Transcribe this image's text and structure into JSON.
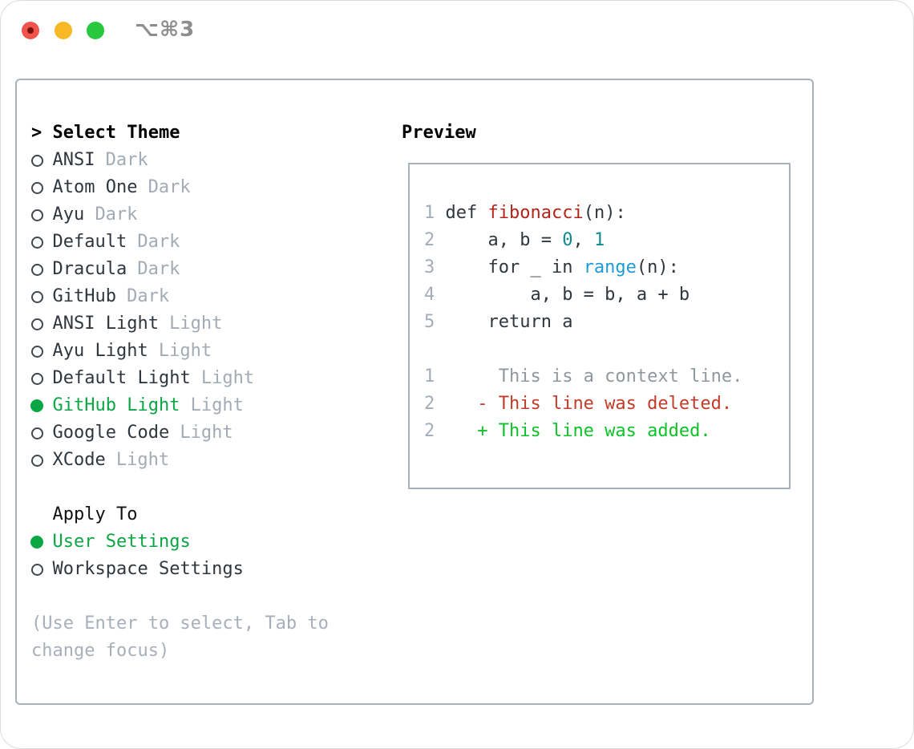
{
  "titlebar": {
    "title": "⌥⌘3",
    "traffic_lights": [
      "close",
      "minimize",
      "zoom"
    ]
  },
  "theme_panel": {
    "header": {
      "prompt": ">",
      "label": "Select Theme"
    },
    "themes": [
      {
        "name": "ANSI",
        "variant": "Dark",
        "selected": false
      },
      {
        "name": "Atom One",
        "variant": "Dark",
        "selected": false
      },
      {
        "name": "Ayu",
        "variant": "Dark",
        "selected": false
      },
      {
        "name": "Default",
        "variant": "Dark",
        "selected": false
      },
      {
        "name": "Dracula",
        "variant": "Dark",
        "selected": false
      },
      {
        "name": "GitHub",
        "variant": "Dark",
        "selected": false
      },
      {
        "name": "ANSI Light",
        "variant": "Light",
        "selected": false
      },
      {
        "name": "Ayu Light",
        "variant": "Light",
        "selected": false
      },
      {
        "name": "Default Light",
        "variant": "Light",
        "selected": false
      },
      {
        "name": "GitHub Light",
        "variant": "Light",
        "selected": true
      },
      {
        "name": "Google Code",
        "variant": "Light",
        "selected": false
      },
      {
        "name": "XCode",
        "variant": "Light",
        "selected": false
      }
    ],
    "apply_to": {
      "label": "Apply To",
      "options": [
        {
          "name": "User Settings",
          "selected": true
        },
        {
          "name": "Workspace Settings",
          "selected": false
        }
      ]
    },
    "hint_lines": [
      "(Use Enter to select, Tab to",
      "change focus)"
    ]
  },
  "preview": {
    "label": "Preview",
    "code_lines": [
      [
        {
          "t": "1 ",
          "c": "ln"
        },
        {
          "t": "def ",
          "c": "code"
        },
        {
          "t": "fibonacci",
          "c": "func"
        },
        {
          "t": "(n):",
          "c": "code"
        }
      ],
      [
        {
          "t": "2",
          "c": "ln"
        },
        {
          "t": "     a, b = ",
          "c": "code"
        },
        {
          "t": "0",
          "c": "num"
        },
        {
          "t": ", ",
          "c": "code"
        },
        {
          "t": "1",
          "c": "num"
        }
      ],
      [
        {
          "t": "3",
          "c": "ln"
        },
        {
          "t": "     for _ in ",
          "c": "code"
        },
        {
          "t": "range",
          "c": "builtin"
        },
        {
          "t": "(n):",
          "c": "code"
        }
      ],
      [
        {
          "t": "4",
          "c": "ln"
        },
        {
          "t": "         a, b = b, a + b",
          "c": "code"
        }
      ],
      [
        {
          "t": "5",
          "c": "ln"
        },
        {
          "t": "     return a",
          "c": "code"
        }
      ],
      [],
      [
        {
          "t": "1",
          "c": "ln"
        },
        {
          "t": "      This is a context line.",
          "c": "ctx"
        }
      ],
      [
        {
          "t": "2",
          "c": "ln"
        },
        {
          "t": "    ",
          "c": "code"
        },
        {
          "t": "- This line was deleted.",
          "c": "del"
        }
      ],
      [
        {
          "t": "2",
          "c": "ln"
        },
        {
          "t": "    ",
          "c": "code"
        },
        {
          "t": "+ This line was added.",
          "c": "add"
        }
      ]
    ]
  },
  "colors": {
    "selection_green": "#0ba644",
    "added_green": "#0dc228",
    "deleted_red": "#c33b28",
    "function_red": "#b1251a",
    "number_teal": "#108a8e",
    "builtin_blue": "#1e9ad6",
    "muted_gray": "#a2abb6",
    "border_gray": "#a9b1bb",
    "traffic_red": "#f0544c",
    "traffic_yellow": "#f8b826",
    "traffic_green": "#27c83e"
  }
}
